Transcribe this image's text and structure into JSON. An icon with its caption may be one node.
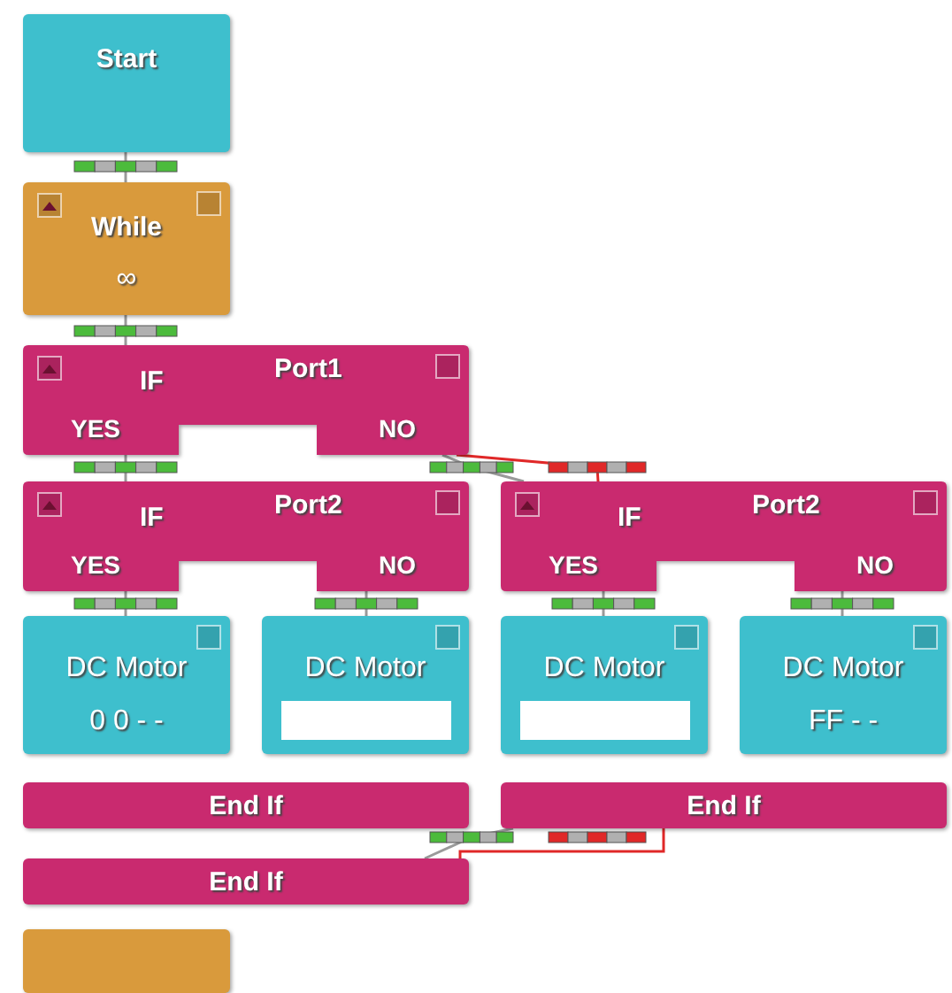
{
  "diagram": {
    "nodes": [
      {
        "text": [
          "Start"
        ]
      },
      {
        "text": [
          "While",
          "∞"
        ]
      },
      {
        "text": [
          "IF",
          "Port1",
          "YES",
          "NO"
        ]
      },
      {
        "text": [
          "IF",
          "Port2",
          "YES",
          "NO"
        ]
      },
      {
        "text": [
          "IF",
          "Port2",
          "YES",
          "NO"
        ]
      },
      {
        "text": [
          "DC Motor",
          "0 0 - -"
        ]
      },
      {
        "text": [
          "DC Motor"
        ]
      },
      {
        "text": [
          "DC Motor"
        ]
      },
      {
        "text": [
          "DC Motor",
          "FF - -"
        ]
      },
      {
        "text": [
          "End If"
        ]
      },
      {
        "text": [
          "End If"
        ]
      },
      {
        "text": [
          "End If"
        ]
      },
      {
        "text": [],
        "shape": "box"
      }
    ],
    "edges": [
      {
        "from": 0,
        "to": 1,
        "arrow": "none"
      },
      {
        "from": 1,
        "to": 2,
        "arrow": "none"
      },
      {
        "from": 2,
        "to": 3,
        "arrow": "none"
      },
      {
        "from": 2,
        "to": 4,
        "arrow": "none"
      },
      {
        "from": 2,
        "to": 4,
        "arrow": "none",
        "color": "#e02828"
      },
      {
        "from": 3,
        "to": 5,
        "arrow": "none"
      },
      {
        "from": 3,
        "to": 6,
        "arrow": "none"
      },
      {
        "from": 4,
        "to": 7,
        "arrow": "none"
      },
      {
        "from": 4,
        "to": 8,
        "arrow": "none"
      },
      {
        "from": 10,
        "to": 11,
        "arrow": "none"
      },
      {
        "from": 10,
        "to": 11,
        "arrow": "none",
        "color": "#e02828"
      }
    ]
  }
}
